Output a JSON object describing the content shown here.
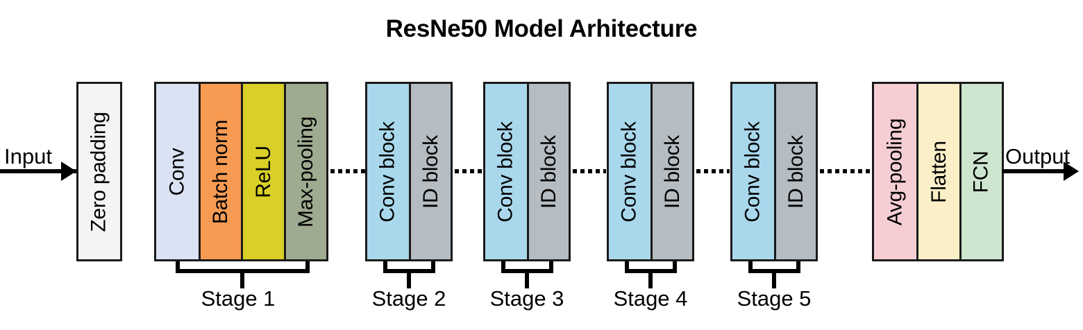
{
  "title": "ResNe50 Model Arhitecture",
  "io": {
    "input_label": "Input",
    "output_label": "Output"
  },
  "blocks": {
    "zero_padding": {
      "label": "Zero padding",
      "color": "#f4f4f4"
    },
    "stage1": {
      "stage_label": "Stage 1",
      "cells": [
        {
          "label": "Conv",
          "color": "#dae3f3"
        },
        {
          "label": "Batch norm",
          "color": "#f79b53"
        },
        {
          "label": "ReLU",
          "color": "#d9cf26"
        },
        {
          "label": "Max-pooling",
          "color": "#9eab90"
        }
      ]
    },
    "stage2": {
      "stage_label": "Stage 2",
      "cells": [
        {
          "label": "Conv block",
          "color": "#a9d8ec"
        },
        {
          "label": "ID block",
          "color": "#b5bcc2"
        }
      ]
    },
    "stage3": {
      "stage_label": "Stage 3",
      "cells": [
        {
          "label": "Conv block",
          "color": "#a9d8ec"
        },
        {
          "label": "ID block",
          "color": "#b5bcc2"
        }
      ]
    },
    "stage4": {
      "stage_label": "Stage 4",
      "cells": [
        {
          "label": "Conv block",
          "color": "#a9d8ec"
        },
        {
          "label": "ID block",
          "color": "#b5bcc2"
        }
      ]
    },
    "stage5": {
      "stage_label": "Stage 5",
      "cells": [
        {
          "label": "Conv block",
          "color": "#a9d8ec"
        },
        {
          "label": "ID block",
          "color": "#b5bcc2"
        }
      ]
    },
    "head": {
      "cells": [
        {
          "label": "Avg-pooling",
          "color": "#f4ced3"
        },
        {
          "label": "Flatten",
          "color": "#fbefc8"
        },
        {
          "label": "FCN",
          "color": "#cde5ce"
        }
      ]
    }
  },
  "colors": {
    "stroke": "#1a1a1a",
    "background": "#ffffff",
    "text": "#000000"
  }
}
